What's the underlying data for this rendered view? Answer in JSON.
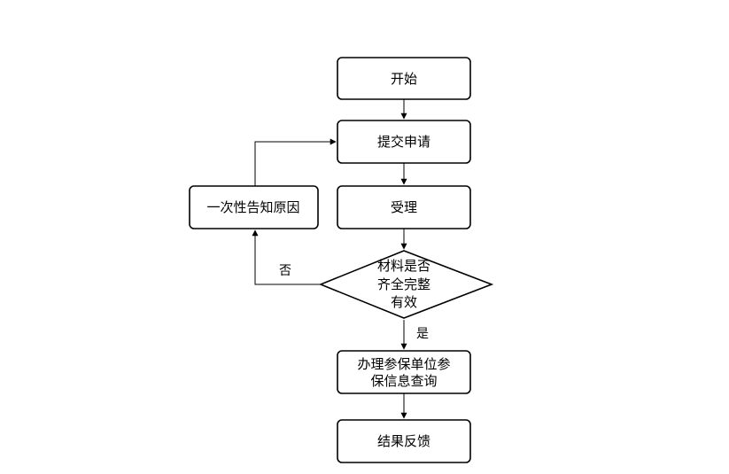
{
  "diagram": {
    "nodes": {
      "start": "开始",
      "submit": "提交申请",
      "accept": "受理",
      "check": [
        "材料是否",
        "齐全完整",
        "有效"
      ],
      "notify": "一次性告知原因",
      "handle": [
        "办理参保单位参",
        "保信息查询"
      ],
      "result": "结果反馈"
    },
    "edges": {
      "no_label": "否",
      "yes_label": "是"
    }
  }
}
